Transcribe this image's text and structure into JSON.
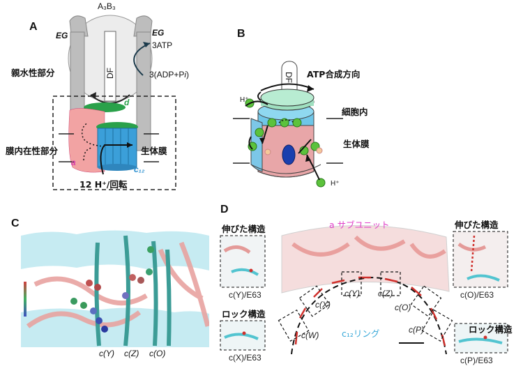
{
  "panelA": {
    "label": "A",
    "a3b3": "A₃B₃",
    "eg_left": "EG",
    "eg_right": "EG",
    "atp": "3ATP",
    "adp": "3(ADP+P",
    "adp_i": "i",
    "adp_close": ")",
    "df": "DF",
    "d": "d",
    "hydrophilic": "親水性部分",
    "membrane_part": "膜内在性部分",
    "biomembrane": "生体膜",
    "a": "a",
    "c12": "c₁₂",
    "protons": "12 H⁺/回転"
  },
  "panelB": {
    "label": "B",
    "df": "DF",
    "direction": "ATP合成方向",
    "h_top": "H⁺",
    "h_bottom": "H⁺",
    "cytoplasm": "細胞内",
    "biomembrane": "生体膜"
  },
  "panelC": {
    "label": "C",
    "subunits": [
      "c(Y)",
      "c(Z)",
      "c(O)"
    ]
  },
  "panelD": {
    "label": "D",
    "a_subunit": "a サブユニット",
    "c12_ring": "c₁₂リング",
    "extended_left": "伸びた構造",
    "extended_right": "伸びた構造",
    "locked_left": "ロック構造",
    "locked_right": "ロック構造",
    "inset_captions": [
      "c(Y)/E63",
      "c(X)/E63",
      "c(O)/E63",
      "c(P)/E63"
    ],
    "ring_labels": [
      "c(W)",
      "c(X)",
      "c(Y)",
      "c(Z)",
      "c(O)",
      "c(P)"
    ]
  }
}
